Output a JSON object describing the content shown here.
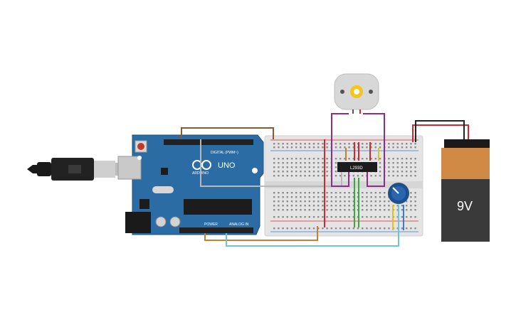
{
  "arduino": {
    "brand": "ARDUINO",
    "model": "UNO",
    "digital_label": "DIGITAL (PWM~)",
    "power_label": "POWER",
    "analog_label": "ANALOG IN",
    "board_color": "#2a6ca3"
  },
  "motor_driver": {
    "label": "L293D"
  },
  "battery": {
    "label": "9V",
    "body_color": "#3a3a3a",
    "band_color": "#d08a45"
  },
  "wires": {
    "orange": "#c8812a",
    "brown": "#8a5a2c",
    "purple": "#8e2c8e",
    "red": "#d9232d",
    "black": "#222222",
    "green": "#3aa83a",
    "yellow": "#e2c21a",
    "blue": "#3aa0d8",
    "cyan": "#6cc6d6",
    "gray": "#b8b8b8"
  },
  "icons": [
    "usb-cable-icon",
    "dc-motor-icon",
    "potentiometer-icon",
    "battery-9v-icon"
  ]
}
